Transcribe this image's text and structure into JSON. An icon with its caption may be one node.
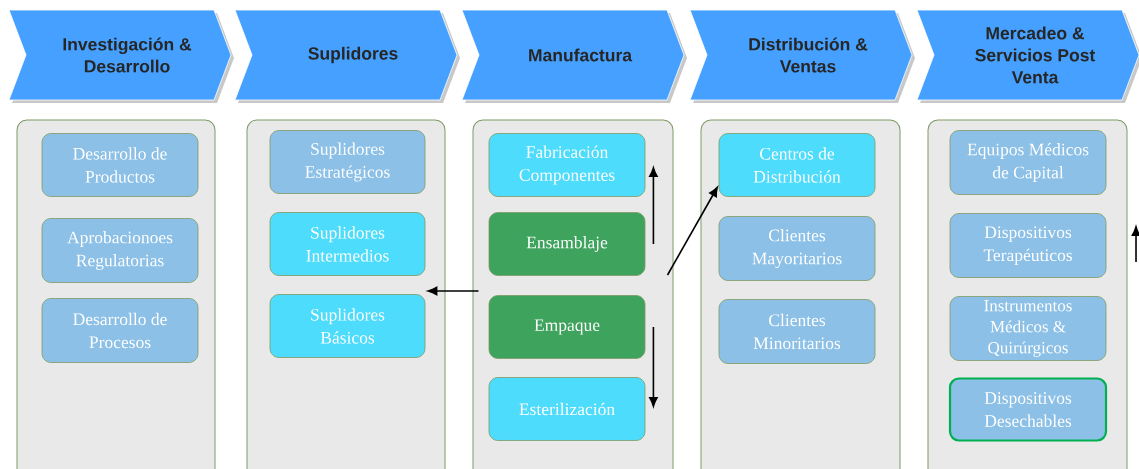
{
  "diagram": {
    "nodes": [
      {
        "text": [
          "Investigación & Desarrollo"
        ]
      },
      {
        "text": [
          "Suplidores"
        ]
      },
      {
        "text": [
          "Manufactura"
        ]
      },
      {
        "text": [
          "Distribución & Ventas"
        ]
      },
      {
        "text": [
          "Mercadeo & Servicios Post Venta"
        ]
      },
      {
        "text": [],
        "shape": "box"
      },
      {
        "text": [
          "Desarrollo de Productos"
        ],
        "in": 5
      },
      {
        "text": [
          "Aprobacionoes Regulatorias"
        ],
        "in": 5
      },
      {
        "text": [
          "Desarrollo de Procesos"
        ],
        "in": 5
      },
      {
        "text": [],
        "shape": "box"
      },
      {
        "text": [
          "Suplidores Estratégicos"
        ],
        "in": 9
      },
      {
        "text": [
          "Suplidores Intermedios"
        ],
        "in": 9
      },
      {
        "text": [
          "Suplidores Básicos"
        ],
        "in": 9
      },
      {
        "text": [],
        "shape": "box"
      },
      {
        "text": [
          "Fabricación Componentes"
        ],
        "in": 13
      },
      {
        "text": [
          "Ensamblaje"
        ],
        "in": 13
      },
      {
        "text": [
          "Empaque"
        ],
        "in": 13
      },
      {
        "text": [
          "Esterilización"
        ],
        "in": 13
      },
      {
        "text": [],
        "shape": "box"
      },
      {
        "text": [
          "Centros de Distribución"
        ],
        "in": 18
      },
      {
        "text": [
          "Clientes Mayoritarios"
        ],
        "in": 18
      },
      {
        "text": [
          "Clientes Minoritarios"
        ],
        "in": 18
      },
      {
        "text": [],
        "shape": "box"
      },
      {
        "text": [
          "Equipos Médicos de Capital"
        ],
        "in": 22
      },
      {
        "text": [
          "Dispositivos Terapéuticos"
        ],
        "in": 22
      },
      {
        "text": [
          "Instrumentos Médicos & Quirúrgicos"
        ],
        "in": 22
      },
      {
        "text": [
          "Dispositivos Desechables"
        ],
        "in": 22
      }
    ],
    "edges": [
      {
        "from": 15,
        "to": 14,
        "arrow": "to"
      },
      {
        "from": 13,
        "to": 12,
        "arrow": "to"
      },
      {
        "from": 13,
        "to": 19,
        "arrow": "to"
      },
      {
        "from": 16,
        "to": 17,
        "arrow": "to"
      }
    ]
  }
}
